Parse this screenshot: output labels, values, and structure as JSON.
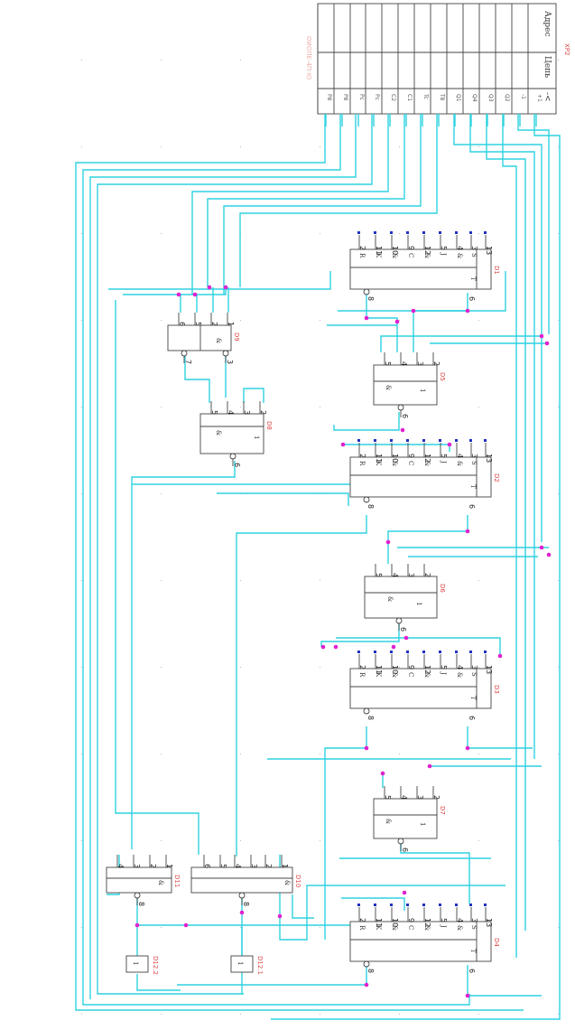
{
  "connector": {
    "ref": "XP2",
    "col_address": "Адрес",
    "col_circuit": "Цепь",
    "marker": "-<",
    "faint_label": "ОИОПЕ-4П-Ю",
    "signals": [
      "P8",
      "P8",
      "Pc",
      "Pc",
      "C2",
      "C1",
      "Tc",
      "T8",
      "Q1",
      "Q4",
      "Q3",
      "Q2",
      "-1",
      "+1"
    ]
  },
  "flipflops": [
    {
      "ref": "D1",
      "pins_top": [
        "2",
        "11",
        "10",
        "9",
        "12",
        "5",
        "4",
        "3",
        "13"
      ],
      "labels": [
        "R",
        "K",
        "&",
        "C",
        "&",
        "J",
        "&",
        "S"
      ],
      "t_label": "T",
      "pin_out_q": "8",
      "pin_out": "6"
    },
    {
      "ref": "D2",
      "pins_top": [
        "2",
        "11",
        "10",
        "9",
        "12",
        "5",
        "4",
        "3",
        "13"
      ],
      "labels": [
        "R",
        "K",
        "&",
        "C",
        "&",
        "J",
        "&",
        "S"
      ],
      "t_label": "T",
      "pin_out_q": "8",
      "pin_out": "6"
    },
    {
      "ref": "D3",
      "pins_top": [
        "2",
        "11",
        "10",
        "9",
        "12",
        "5",
        "4",
        "3",
        "13"
      ],
      "labels": [
        "R",
        "K",
        "&",
        "C",
        "&",
        "J",
        "&",
        "S"
      ],
      "t_label": "T",
      "pin_out_q": "8",
      "pin_out": "6"
    },
    {
      "ref": "D4",
      "pins_top": [
        "2",
        "11",
        "10",
        "9",
        "12",
        "5",
        "4",
        "3",
        "13"
      ],
      "labels": [
        "R",
        "K",
        "&",
        "C",
        "&",
        "J",
        "&",
        "S"
      ],
      "t_label": "T",
      "pin_out_q": "8",
      "pin_out": "6"
    }
  ],
  "gates": [
    {
      "ref": "D5",
      "pins": [
        "5",
        "4",
        "3",
        "2"
      ],
      "and": "&",
      "or": "1",
      "out": "6"
    },
    {
      "ref": "D6",
      "pins": [
        "5",
        "4",
        "3",
        "2"
      ],
      "and": "&",
      "or": "1",
      "out": "6"
    },
    {
      "ref": "D7",
      "pins": [
        "5",
        "4",
        "3",
        "2"
      ],
      "and": "&",
      "or": "1",
      "out": "6"
    },
    {
      "ref": "D8",
      "pins": [
        "5",
        "4",
        "3",
        "2"
      ],
      "and": "&",
      "or": "1",
      "out": "6"
    },
    {
      "ref": "D9",
      "pins": [
        "6",
        "5",
        "2",
        "1"
      ],
      "and": "&",
      "out_a": "7",
      "out_b": "3"
    },
    {
      "ref": "D10",
      "pins": [
        "6",
        "5",
        "4",
        "3",
        "2",
        "1"
      ],
      "and": "&",
      "out": "8"
    },
    {
      "ref": "D11",
      "pins": [
        "4",
        "3",
        "2",
        "1"
      ],
      "and": "&",
      "out": "8"
    }
  ],
  "inverters": [
    {
      "ref": "D12.2",
      "sym": "1"
    },
    {
      "ref": "D12.1",
      "sym": "1"
    }
  ],
  "wire_color": "#2fd2e0",
  "node_color": "#e020d0",
  "ref_color": "#dd4444"
}
